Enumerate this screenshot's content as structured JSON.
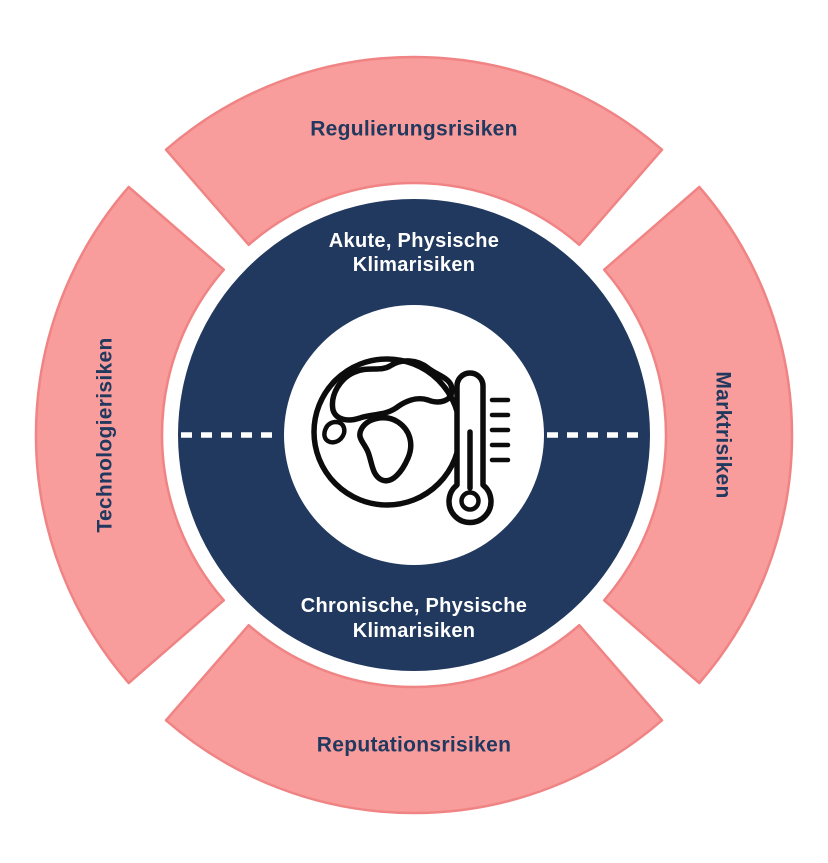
{
  "colors": {
    "outer_fill": "#f89c9c",
    "outer_stroke": "#f08484",
    "inner_fill": "#21395e",
    "label_color": "#21395e",
    "inner_text_color": "#ffffff",
    "background": "#ffffff",
    "icon_stroke": "#0c0c0c"
  },
  "outer_ring": {
    "top_label": "Regulierungsrisiken",
    "right_label": "Marktrisiken",
    "bottom_label": "Reputationsrisiken",
    "left_label": "Technologierisiken"
  },
  "inner_ring": {
    "top_label_line1": "Akute, Physische",
    "top_label_line2": "Klimarisiken",
    "bottom_label_line1": "Chronische, Physische",
    "bottom_label_line2": "Klimarisiken"
  },
  "center": {
    "icon": "globe-thermometer-icon"
  }
}
